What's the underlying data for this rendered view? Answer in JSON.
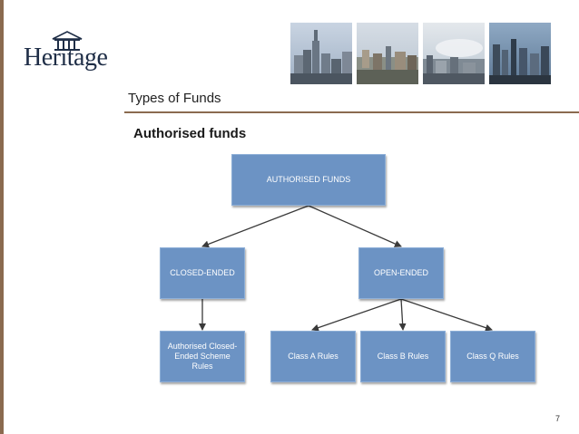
{
  "slide": {
    "logo_text": "Heritage",
    "title": "Types of Funds",
    "subtitle": "Authorised funds",
    "page_number": "7"
  },
  "colors": {
    "brand_accent": "#8a6a4f",
    "node_fill": "#6c93c4",
    "node_text": "#ffffff",
    "connector": "#3a3a3a"
  },
  "photos": [
    "city-skyline-photo",
    "city-skyline-photo",
    "city-skyline-photo",
    "city-skyline-photo"
  ],
  "diagram": {
    "root": "AUTHORISED FUNDS",
    "closed_ended": "CLOSED-ENDED",
    "open_ended": "OPEN-ENDED",
    "closed_rules": "Authorised Closed-Ended Scheme Rules",
    "class_a": "Class A Rules",
    "class_b": "Class B Rules",
    "class_q": "Class Q Rules"
  }
}
